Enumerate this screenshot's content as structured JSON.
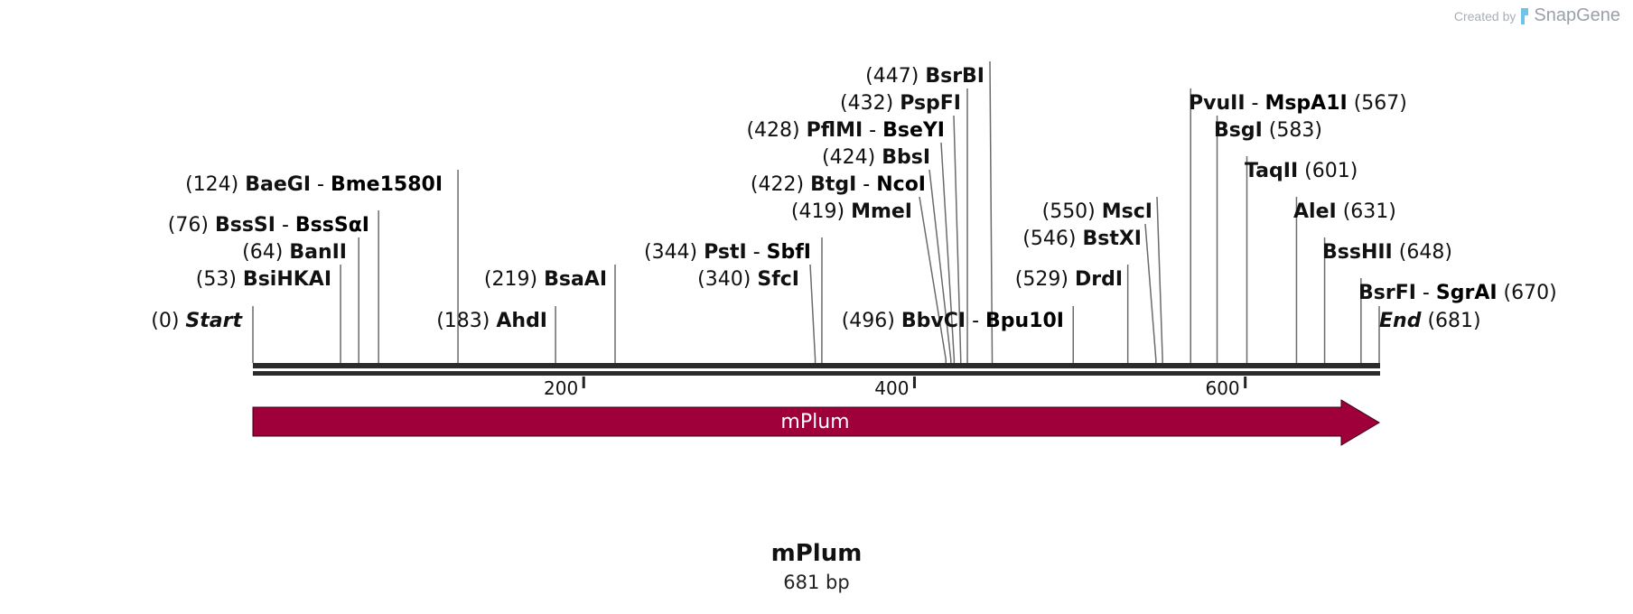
{
  "credit": {
    "prefix": "Created by",
    "brand": "SnapGene"
  },
  "sequence": {
    "name": "mPlum",
    "length_label": "681 bp",
    "length": 681
  },
  "feature": {
    "label": "mPlum",
    "start": 0,
    "end": 681,
    "direction": "forward",
    "color": "#a0003a"
  },
  "ruler": {
    "ticks": [
      {
        "pos": 200,
        "label": "200"
      },
      {
        "pos": 400,
        "label": "400"
      },
      {
        "pos": 600,
        "label": "600"
      }
    ]
  },
  "sites": [
    {
      "name": "Start",
      "pos": 0,
      "pos_label": "(0)",
      "side": "left",
      "italic": true
    },
    {
      "name": "BsiHKAI",
      "pos": 53,
      "pos_label": "(53)",
      "side": "left"
    },
    {
      "name": "BanII",
      "pos": 64,
      "pos_label": "(64)",
      "side": "left"
    },
    {
      "name": "BssSI",
      "name2": "BssSαI",
      "pos": 76,
      "pos_label": "(76)",
      "side": "left"
    },
    {
      "name": "BaeGI",
      "name2": "Bme1580I",
      "pos": 124,
      "pos_label": "(124)",
      "side": "left"
    },
    {
      "name": "AhdI",
      "pos": 183,
      "pos_label": "(183)",
      "side": "left"
    },
    {
      "name": "BsaAI",
      "pos": 219,
      "pos_label": "(219)",
      "side": "left"
    },
    {
      "name": "SfcI",
      "pos": 340,
      "pos_label": "(340)",
      "side": "left"
    },
    {
      "name": "PstI",
      "name2": "SbfI",
      "pos": 344,
      "pos_label": "(344)",
      "side": "left"
    },
    {
      "name": "MmeI",
      "pos": 419,
      "pos_label": "(419)",
      "side": "left"
    },
    {
      "name": "BtgI",
      "name2": "NcoI",
      "pos": 422,
      "pos_label": "(422)",
      "side": "left"
    },
    {
      "name": "BbsI",
      "pos": 424,
      "pos_label": "(424)",
      "side": "left"
    },
    {
      "name": "PflMI",
      "name2": "BseYI",
      "pos": 428,
      "pos_label": "(428)",
      "side": "left"
    },
    {
      "name": "PspFI",
      "pos": 432,
      "pos_label": "(432)",
      "side": "left"
    },
    {
      "name": "BsrBI",
      "pos": 447,
      "pos_label": "(447)",
      "side": "left"
    },
    {
      "name": "BbvCI",
      "name2": "Bpu10I",
      "pos": 496,
      "pos_label": "(496)",
      "side": "left"
    },
    {
      "name": "DrdI",
      "pos": 529,
      "pos_label": "(529)",
      "side": "left"
    },
    {
      "name": "BstXI",
      "pos": 546,
      "pos_label": "(546)",
      "side": "left"
    },
    {
      "name": "MscI",
      "pos": 550,
      "pos_label": "(550)",
      "side": "left"
    },
    {
      "name": "PvuII",
      "name2": "MspA1I",
      "pos": 567,
      "pos_label": "(567)",
      "side": "right"
    },
    {
      "name": "BsgI",
      "pos": 583,
      "pos_label": "(583)",
      "side": "right"
    },
    {
      "name": "TaqII",
      "pos": 601,
      "pos_label": "(601)",
      "side": "right"
    },
    {
      "name": "AleI",
      "pos": 631,
      "pos_label": "(631)",
      "side": "right"
    },
    {
      "name": "BssHII",
      "pos": 648,
      "pos_label": "(648)",
      "side": "right"
    },
    {
      "name": "BsrFI",
      "name2": "SgrAI",
      "pos": 670,
      "pos_label": "(670)",
      "side": "right"
    },
    {
      "name": "End",
      "pos": 681,
      "pos_label": "(681)",
      "side": "right",
      "italic": true
    }
  ]
}
